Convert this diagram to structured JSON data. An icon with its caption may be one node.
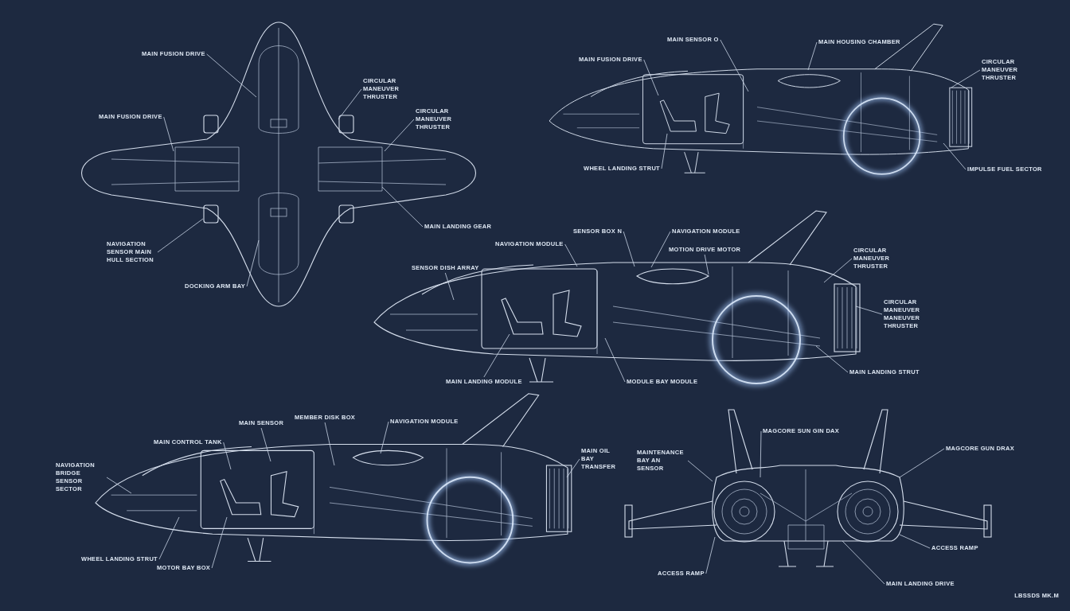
{
  "diagram": {
    "nodes": [
      {
        "text": [
          "MAIN FUSION DRIVE"
        ]
      },
      {
        "text": [
          "MAIN FUSION DRIVE"
        ]
      },
      {
        "text": [
          "CIRCULAR MANEUVER THRUSTER"
        ]
      },
      {
        "text": [
          "CIRCULAR MANEUVER THRUSTER"
        ]
      },
      {
        "text": [
          "MAIN LANDING GEAR"
        ]
      },
      {
        "text": [
          "NAVIGATION SENSOR MAIN HULL SECTION"
        ]
      },
      {
        "text": [
          "DOCKING ARM BAY"
        ]
      },
      {
        "text": [
          "MAIN FUSION DRIVE"
        ]
      },
      {
        "text": [
          "MAIN SENSOR O"
        ]
      },
      {
        "text": [
          "MAIN HOUSING CHAMBER"
        ]
      },
      {
        "text": [
          "CIRCULAR MANEUVER THRUSTER"
        ]
      },
      {
        "text": [
          "WHEEL LANDING STRUT"
        ]
      },
      {
        "text": [
          "IMPULSE FUEL SECTOR"
        ]
      },
      {
        "text": [
          "NAVIGATION MODULE"
        ]
      },
      {
        "text": [
          "SENSOR BOX N"
        ]
      },
      {
        "text": [
          "NAVIGATION MODULE"
        ]
      },
      {
        "text": [
          "SENSOR DISH ARRAY"
        ]
      },
      {
        "text": [
          "MOTION DRIVE MOTOR"
        ]
      },
      {
        "text": [
          "CIRCULAR MANEUVER THRUSTER"
        ]
      },
      {
        "text": [
          "CIRCULAR MANEUVER MANEUVER THRUSTER"
        ]
      },
      {
        "text": [
          "MAIN LANDING MODULE"
        ]
      },
      {
        "text": [
          "MODULE BAY MODULE"
        ]
      },
      {
        "text": [
          "MAIN LANDING STRUT"
        ]
      },
      {
        "text": [
          "MAIN SENSOR"
        ]
      },
      {
        "text": [
          "MEMBER DISK BOX"
        ]
      },
      {
        "text": [
          "NAVIGATION MODULE"
        ]
      },
      {
        "text": [
          "MAIN CONTROL TANK"
        ]
      },
      {
        "text": [
          "NAVIGATION BRIDGE SENSOR SECTOR"
        ]
      },
      {
        "text": [
          "MAIN OIL BAY TRANSFER"
        ]
      },
      {
        "text": [
          "WHEEL LANDING STRUT"
        ]
      },
      {
        "text": [
          "MOTOR BAY BOX"
        ]
      },
      {
        "text": [
          "MAGCORE SUN GIN DAX"
        ]
      },
      {
        "text": [
          "MAINTENANCE BAY AN SENSOR"
        ]
      },
      {
        "text": [
          "MAGCORE GUN DRAX"
        ]
      },
      {
        "text": [
          "ACCESS RAMP"
        ]
      },
      {
        "text": [
          "ACCESS RAMP"
        ]
      },
      {
        "text": [
          "MAIN LANDING DRIVE"
        ]
      }
    ],
    "edges": [
      {
        "from": 0,
        "to": null,
        "arrow": "none"
      },
      {
        "from": 1,
        "to": null,
        "arrow": "none"
      },
      {
        "from": 2,
        "to": null,
        "arrow": "none"
      },
      {
        "from": 3,
        "to": null,
        "arrow": "none"
      },
      {
        "from": 4,
        "to": null,
        "arrow": "none"
      },
      {
        "from": 5,
        "to": null,
        "arrow": "none"
      },
      {
        "from": 6,
        "to": null,
        "arrow": "none"
      },
      {
        "from": 7,
        "to": null,
        "arrow": "none"
      },
      {
        "from": 8,
        "to": null,
        "arrow": "none"
      },
      {
        "from": 9,
        "to": null,
        "arrow": "none"
      },
      {
        "from": 10,
        "to": null,
        "arrow": "none"
      },
      {
        "from": 11,
        "to": null,
        "arrow": "none"
      },
      {
        "from": 12,
        "to": null,
        "arrow": "none"
      },
      {
        "from": 13,
        "to": null,
        "arrow": "none"
      },
      {
        "from": 14,
        "to": null,
        "arrow": "none"
      },
      {
        "from": 15,
        "to": null,
        "arrow": "none"
      },
      {
        "from": 16,
        "to": null,
        "arrow": "none"
      },
      {
        "from": 17,
        "to": null,
        "arrow": "none"
      },
      {
        "from": 18,
        "to": null,
        "arrow": "none"
      },
      {
        "from": 19,
        "to": null,
        "arrow": "none"
      },
      {
        "from": 20,
        "to": null,
        "arrow": "none"
      },
      {
        "from": 21,
        "to": null,
        "arrow": "none"
      },
      {
        "from": 22,
        "to": null,
        "arrow": "none"
      },
      {
        "from": 23,
        "to": null,
        "arrow": "none"
      },
      {
        "from": 24,
        "to": null,
        "arrow": "none"
      },
      {
        "from": 25,
        "to": null,
        "arrow": "none"
      },
      {
        "from": 26,
        "to": null,
        "arrow": "none"
      },
      {
        "from": 27,
        "to": null,
        "arrow": "none"
      },
      {
        "from": 28,
        "to": null,
        "arrow": "none"
      },
      {
        "from": 29,
        "to": null,
        "arrow": "none"
      },
      {
        "from": 30,
        "to": null,
        "arrow": "none"
      },
      {
        "from": 31,
        "to": null,
        "arrow": "none"
      },
      {
        "from": 32,
        "to": null,
        "arrow": "none"
      },
      {
        "from": 33,
        "to": null,
        "arrow": "none"
      },
      {
        "from": 34,
        "to": null,
        "arrow": "none"
      },
      {
        "from": 35,
        "to": null,
        "arrow": "none"
      },
      {
        "from": 36,
        "to": null,
        "arrow": "none"
      }
    ],
    "labels": [
      "LBSSDS MK.M"
    ]
  }
}
